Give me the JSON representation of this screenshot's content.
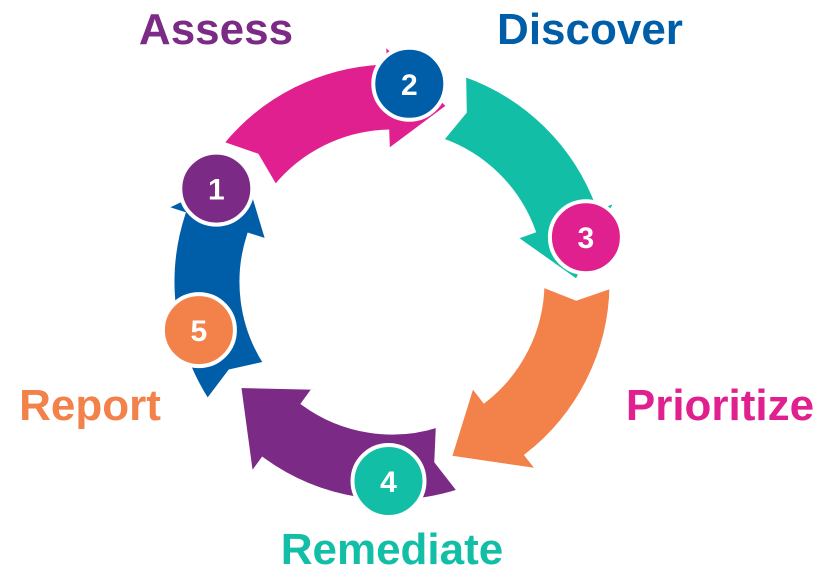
{
  "steps": [
    {
      "number": "1",
      "label": "Assess",
      "color": "#7b2a85"
    },
    {
      "number": "2",
      "label": "Discover",
      "color": "#005ea8"
    },
    {
      "number": "3",
      "label": "Prioritize",
      "color": "#e0208f"
    },
    {
      "number": "4",
      "label": "Remediate",
      "color": "#12bfa6"
    },
    {
      "number": "5",
      "label": "Report",
      "color": "#f2824a"
    }
  ]
}
